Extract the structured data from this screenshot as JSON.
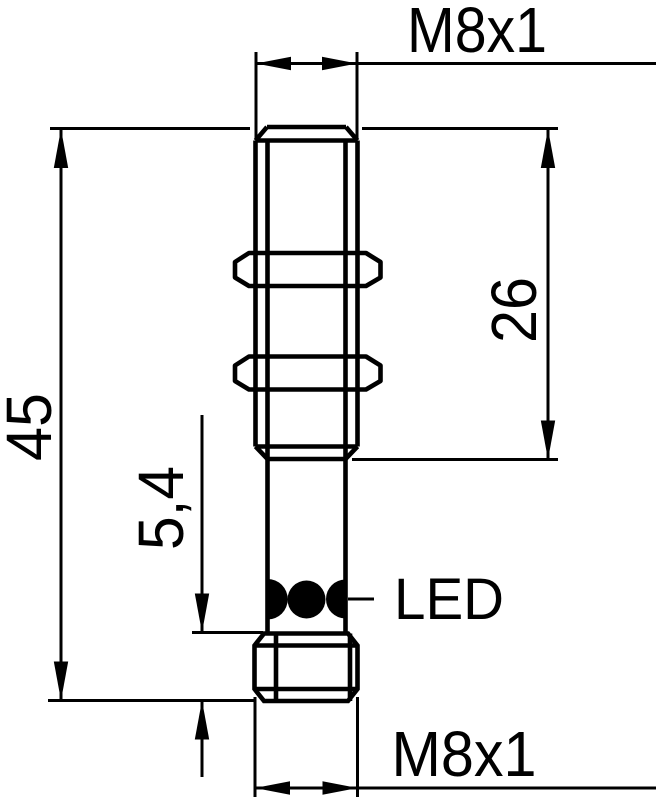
{
  "drawing": {
    "type": "dimensional-drawing-cylindrical-sensor",
    "labels": {
      "thread_top": "M8x1",
      "overall_length": "45",
      "thread_length": "26",
      "led_offset": "5,4",
      "led": "LED",
      "thread_bottom": "M8x1"
    },
    "colors": {
      "line": "#000000",
      "background": "#ffffff"
    }
  }
}
